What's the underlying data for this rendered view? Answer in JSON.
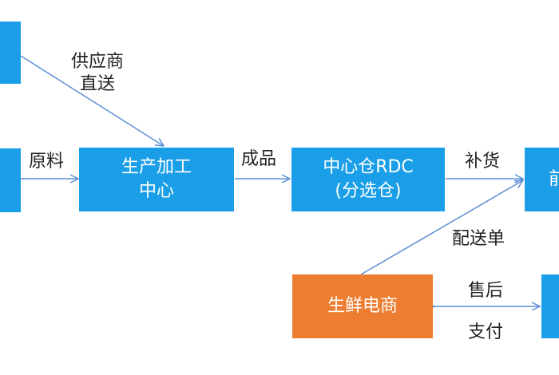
{
  "colors": {
    "box_blue": "#1a9ee8",
    "box_orange": "#ed7d31",
    "arrow": "#5b8fd6",
    "text": "#222222"
  },
  "nodes": {
    "production_center": {
      "line1": "生产加工",
      "line2": "中心"
    },
    "central_warehouse": {
      "line1": "中心仓RDC",
      "line2": "(分选仓)"
    },
    "fresh_ecommerce": {
      "label": "生鲜电商"
    },
    "front_warehouse": {
      "label_partial": "前"
    }
  },
  "edges": {
    "supplier_direct": {
      "line1": "供应商",
      "line2": "直送"
    },
    "raw_material": "原料",
    "finished_product": "成品",
    "replenishment": "补货",
    "delivery_order": "配送单",
    "after_sales": "售后",
    "payment": "支付"
  }
}
